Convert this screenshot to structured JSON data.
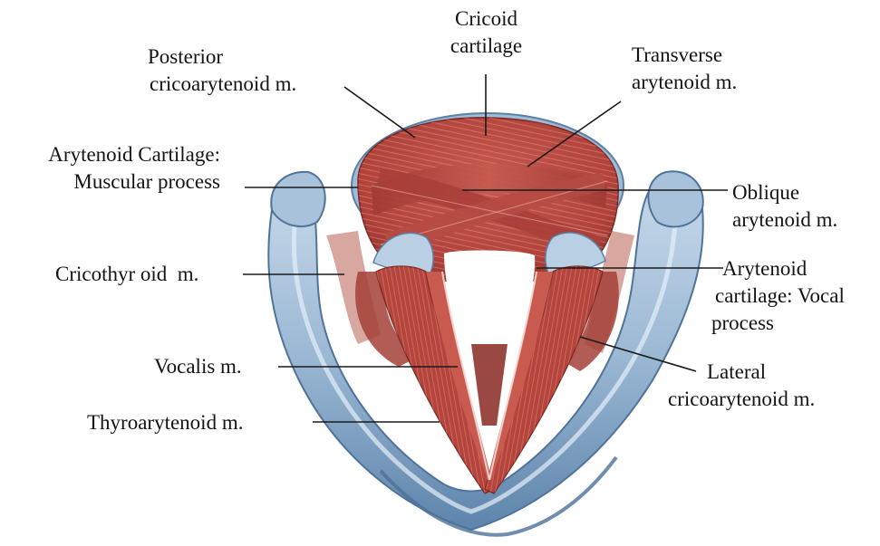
{
  "labels": {
    "cricoid": [
      "Cricoid",
      "cartilage"
    ],
    "posterior_ca": [
      "Posterior",
      "cricoarytenoid m."
    ],
    "transverse": [
      "Transverse",
      "arytenoid m."
    ],
    "muscular_process": [
      "Arytenoid Cartilage:",
      "Muscular process"
    ],
    "oblique": [
      "Oblique",
      "arytenoid m."
    ],
    "cricothyroid": "Cricothyr oid  m.",
    "vocal_process": [
      "Arytenoid",
      "cartilage: Vocal",
      "process"
    ],
    "vocalis": "Vocalis m.",
    "lateral_ca": [
      "Lateral",
      "cricoarytenoid m."
    ],
    "thyroarytenoid": "Thyroarytenoid m."
  },
  "colors": {
    "cartilage": "#8fb0cf",
    "cartilage_dark": "#5f86ad",
    "cartilage_light": "#d6e4f1",
    "muscle": "#b8473f",
    "muscle_dark": "#8a2d28",
    "muscle_light": "#d98a7f",
    "leader": "#1a1a1a"
  }
}
